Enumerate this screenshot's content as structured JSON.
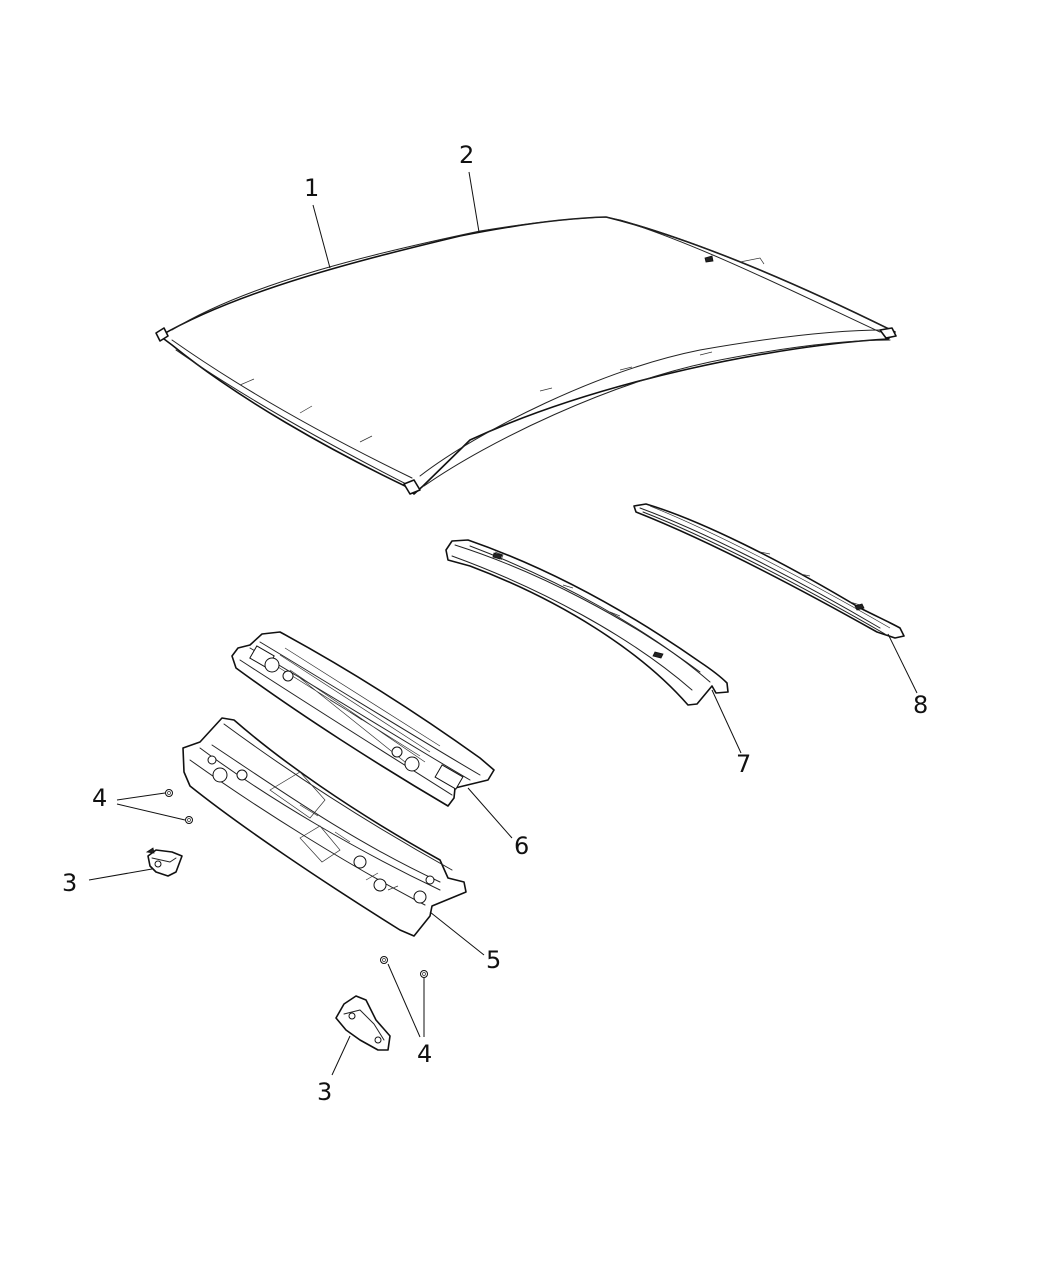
{
  "diagram": {
    "callouts": [
      {
        "id": "c1",
        "label": "1"
      },
      {
        "id": "c2",
        "label": "2"
      },
      {
        "id": "c3a",
        "label": "3"
      },
      {
        "id": "c3b",
        "label": "3"
      },
      {
        "id": "c4a",
        "label": "4"
      },
      {
        "id": "c4b",
        "label": "4"
      },
      {
        "id": "c5",
        "label": "5"
      },
      {
        "id": "c6",
        "label": "6"
      },
      {
        "id": "c7",
        "label": "7"
      },
      {
        "id": "c8",
        "label": "8"
      }
    ]
  }
}
